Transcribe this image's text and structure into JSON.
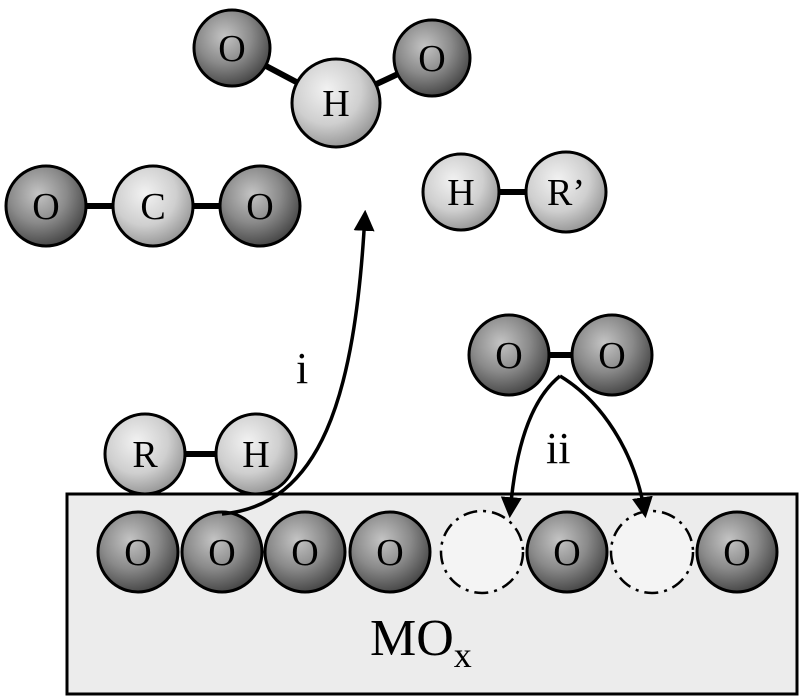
{
  "molecules": {
    "water": {
      "atoms": [
        "O",
        "H",
        "O"
      ]
    },
    "co2": {
      "atoms": [
        "O",
        "C",
        "O"
      ]
    },
    "hr": {
      "atoms": [
        "H",
        "R’"
      ]
    },
    "o2": {
      "atoms": [
        "O",
        "O"
      ]
    },
    "rh": {
      "atoms": [
        "R",
        "H"
      ]
    }
  },
  "surface": {
    "label": "MO",
    "subscript": "x",
    "lattice": [
      "O",
      "O",
      "O",
      "O",
      "vacancy",
      "O",
      "vacancy",
      "O"
    ]
  },
  "steps": {
    "i": "i",
    "ii": "ii"
  },
  "colors": {
    "oxygen": "#8a8a8a",
    "light_atom": "#cfcfcf",
    "surface_fill": "#ececec",
    "vacancy_fill": "#f4f4f4"
  }
}
